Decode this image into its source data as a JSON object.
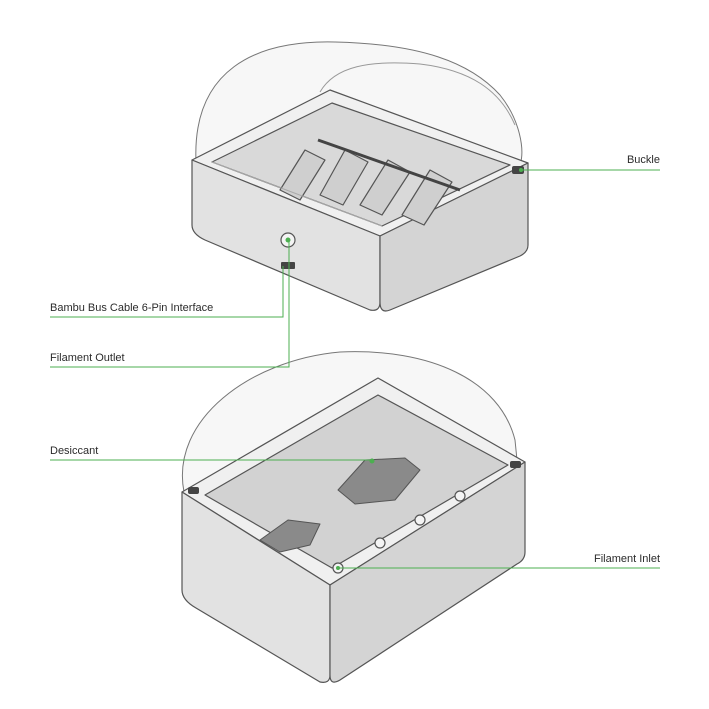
{
  "callouts": {
    "buckle": "Buckle",
    "bus_cable": "Bambu Bus Cable 6-Pin Interface",
    "filament_outlet": "Filament Outlet",
    "desiccant": "Desiccant",
    "filament_inlet": "Filament Inlet"
  },
  "colors": {
    "accent": "#4caf50",
    "outline": "#555555",
    "body_fill": "#e4e4e4",
    "lid_fill": "#f6f6f6",
    "inner_fill": "#d6d6d6"
  }
}
